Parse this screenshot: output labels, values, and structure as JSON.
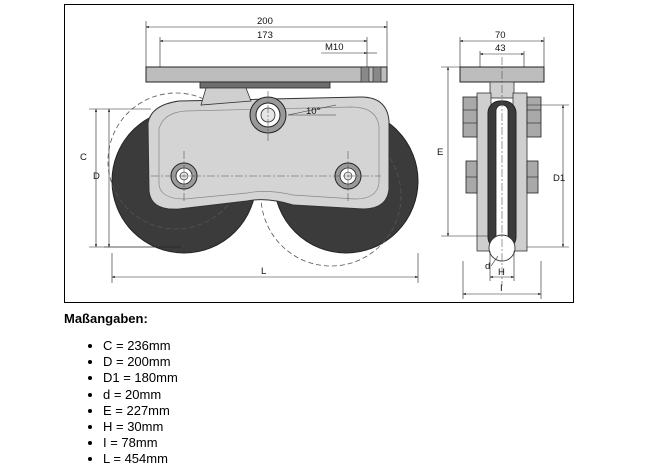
{
  "figure": {
    "dimensions": {
      "top_width": "200",
      "hole_spacing": "173",
      "bolt": "M10",
      "angle": "10°",
      "C": "C",
      "D": "D",
      "L": "L",
      "side_width": "70",
      "side_inner": "43",
      "E": "E",
      "D1": "D1",
      "d": "d",
      "H": "H",
      "I": "I"
    }
  },
  "specs": {
    "heading": "Maßangaben:",
    "items": [
      "C = 236mm",
      "D = 200mm",
      "D1 = 180mm",
      "d = 20mm",
      "E = 227mm",
      "H = 30mm",
      "I = 78mm",
      "L = 454mm"
    ]
  }
}
